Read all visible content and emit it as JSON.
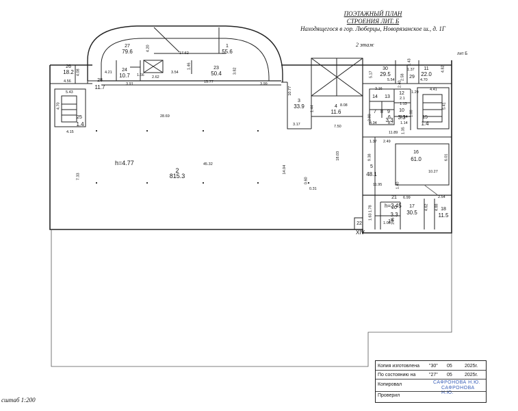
{
  "header": {
    "title": "ПОЭТАЖНЫЙ ПЛАН",
    "subtitle": "СТРОЕНИЯ ЛИТ. Б",
    "address": "Находящегося в гор. Люберцы, Новорязанское ш., д. 1Г",
    "floor": "2 этаж",
    "lit": "лит Б"
  },
  "scale": "сштаб 1:200",
  "rooms": [
    {
      "num": "1",
      "area": "55.6"
    },
    {
      "num": "2",
      "area": "815.3"
    },
    {
      "num": "3",
      "area": "33.9"
    },
    {
      "num": "4",
      "area": "11.6"
    },
    {
      "num": "5",
      "area": "48.1"
    },
    {
      "num": "6",
      "area": "3.3"
    },
    {
      "num": "7",
      "area": ""
    },
    {
      "num": "8",
      "area": ""
    },
    {
      "num": "9",
      "area": ""
    },
    {
      "num": "10",
      "area": "3.3"
    },
    {
      "num": "11",
      "area": "22.0"
    },
    {
      "num": "12",
      "area": ""
    },
    {
      "num": "13",
      "area": ""
    },
    {
      "num": "14",
      "area": ""
    },
    {
      "num": "15",
      "area": "1.4"
    },
    {
      "num": "16",
      "area": "61.0"
    },
    {
      "num": "17",
      "area": "30.5"
    },
    {
      "num": "18",
      "area": "11.5"
    },
    {
      "num": "19",
      "area": ""
    },
    {
      "num": "20",
      "area": "3.3"
    },
    {
      "num": "21",
      "area": ""
    },
    {
      "num": "22",
      "area": ""
    },
    {
      "num": "23",
      "area": "50.4"
    },
    {
      "num": "24",
      "area": "10.7"
    },
    {
      "num": "25",
      "area": "1.4"
    },
    {
      "num": "26",
      "area": "18.2"
    },
    {
      "num": "27",
      "area": "79.6"
    },
    {
      "num": "28",
      "area": "11.7"
    },
    {
      "num": "29",
      "area": ""
    },
    {
      "num": "30",
      "area": "29.5"
    }
  ],
  "heights": [
    "h=4.77",
    "h=2.45"
  ],
  "exit_label": "XIV",
  "dimensions": [
    "28.69",
    "45.32",
    "7.33",
    "14.04",
    "18.03",
    "7.50",
    "3.17",
    "10.77",
    "4.20",
    "17.62",
    "3.54",
    "1.46",
    "15.77",
    "3.82",
    "3.99",
    "2.62",
    "1.66",
    "3.91",
    "4.21",
    "4.08",
    "4.56",
    "5.43",
    "4.15",
    "4.70",
    "0.60",
    "0.31",
    "5.17",
    "1.37",
    "1.43",
    "5.54",
    "2.58",
    "4.82",
    "4.70",
    "4.41",
    "5.41",
    "3.16",
    "1.29",
    "1.13",
    "1.14",
    "2.1",
    "1.00",
    "4.34",
    "8.7",
    "1.14",
    "11.89",
    "1.35",
    "2.49",
    "1.37",
    "9.38",
    "6.01",
    "10.27",
    "11.95",
    "1.40",
    "2.54",
    "6.99",
    "1.78",
    "1.63",
    "1.08",
    "1.36",
    "4.62",
    "4.88",
    "8.08",
    "2.90",
    "1.44",
    "2.40"
  ],
  "stamp": {
    "made_label": "Копия изготовлена",
    "made_day": "\"30\"",
    "made_month": "05",
    "made_year": "2025г.",
    "state_label": "По состоянию на",
    "state_day": "\"27\"",
    "state_month": "05",
    "state_year": "2025г.",
    "copied_label": "Копировал",
    "checked_label": "Проверил",
    "signer1": "САФРОНОВА Н.Ю.",
    "signer2": "САФРОНОВА Н.Ю."
  }
}
